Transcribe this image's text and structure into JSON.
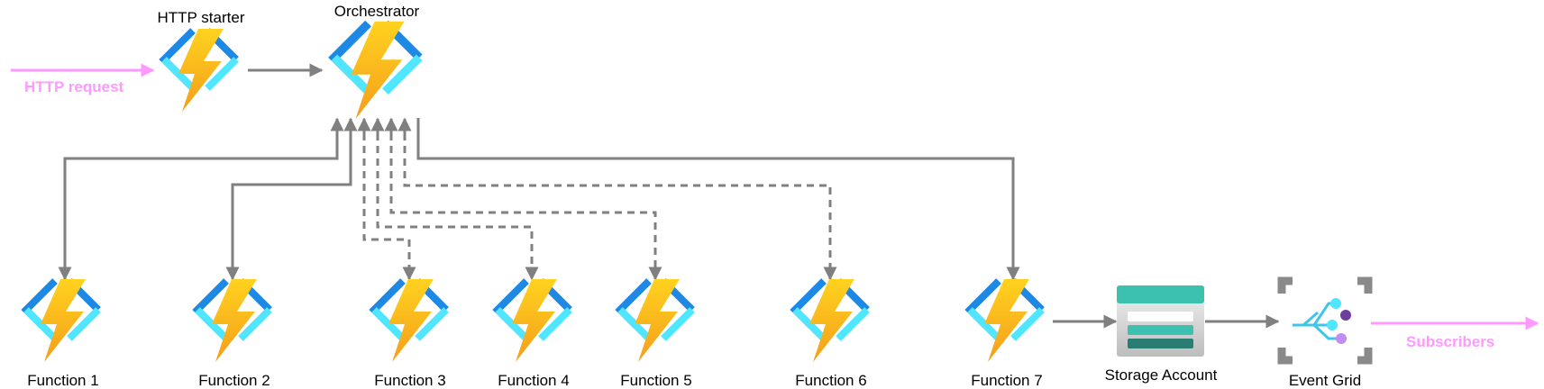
{
  "nodes": {
    "http_starter": "HTTP starter",
    "orchestrator": "Orchestrator",
    "functions": [
      "Function 1",
      "Function 2",
      "Function 3",
      "Function 4",
      "Function 5",
      "Function 6",
      "Function 7"
    ],
    "storage_account": "Storage Account",
    "event_grid": "Event Grid"
  },
  "flows": {
    "input": "HTTP request",
    "output": "Subscribers"
  },
  "colors": {
    "flow_pink": "#ff99ff",
    "connector_gray": "#808080",
    "bolt_top": "#ffd21f",
    "bolt_bottom": "#f59e1b",
    "bracket_dark": "#1e88e5",
    "bracket_light": "#50e6ff",
    "storage_teal": "#3cc1b0",
    "storage_dark": "#2a7d72",
    "eventgrid_frame": "#8a8a8a",
    "eventgrid_purple_dark": "#6b3fa0",
    "eventgrid_purple_light": "#c28cf0"
  },
  "icons": {
    "function": "azure-function-icon",
    "storage": "storage-account-icon",
    "eventgrid": "event-grid-icon"
  }
}
